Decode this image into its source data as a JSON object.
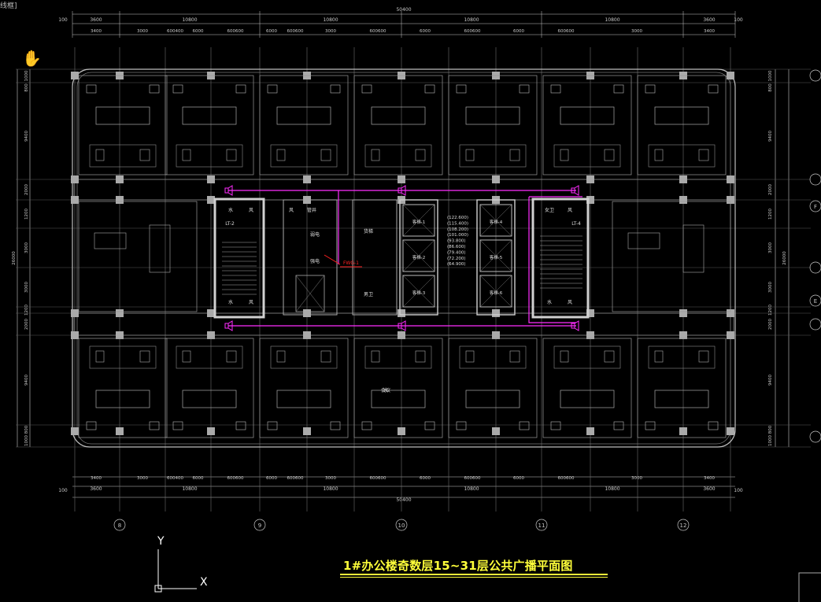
{
  "window": {
    "corner_label": "线框]"
  },
  "title": "1#办公楼奇数层15~31层公共广播平面图",
  "ucs": {
    "y": "Y",
    "x": "X"
  },
  "dims": {
    "overall": "50400",
    "top_row1": [
      "3600",
      "10800",
      "10800",
      "10800",
      "10800",
      "3600"
    ],
    "top_row2": [
      "3400",
      "3000",
      "600400",
      "6000",
      "600600",
      "6000",
      "600600",
      "3000",
      "600600",
      "6000",
      "600600",
      "6000",
      "600600",
      "3000",
      "3400"
    ],
    "left": [
      "1000",
      "800",
      "9400",
      "2000",
      "1200",
      "3000",
      "3000",
      "1200",
      "2000",
      "9400",
      "800",
      "1000"
    ],
    "left_total": "26000",
    "axis_top": "100"
  },
  "axes": {
    "bottom": [
      "8",
      "9",
      "10",
      "11",
      "12"
    ],
    "right": [
      "",
      "",
      "F",
      "",
      "E",
      "",
      ""
    ]
  },
  "rooms": {
    "lift_left": "LT-2",
    "lift_right": "LT-4",
    "elevators": [
      "客梯-1",
      "客梯-2",
      "客梯-3",
      "客梯-4",
      "客梯-5",
      "客梯-6"
    ],
    "elev_levels": [
      "(122.600)",
      "(115.400)",
      "(108.200)",
      "(101.000)",
      "(93.800)",
      "(86.600)",
      "(79.400)",
      "(72.200)",
      "(64.900)"
    ],
    "labels": [
      "水",
      "风",
      "水",
      "风",
      "风",
      "管井",
      "弱电",
      "强电",
      "货梯",
      "男卫",
      "女卫",
      "风",
      "水",
      "风",
      "水"
    ],
    "panel": "FWG-1",
    "meeting": "会议"
  },
  "colors": {
    "bg": "#000000",
    "wall": "#bdbdbd",
    "grid": "#8a8a8a",
    "magenta": "#ff2cff",
    "red": "#ff2020",
    "title": "#ffff3a",
    "dim": "#c8c8c8"
  }
}
